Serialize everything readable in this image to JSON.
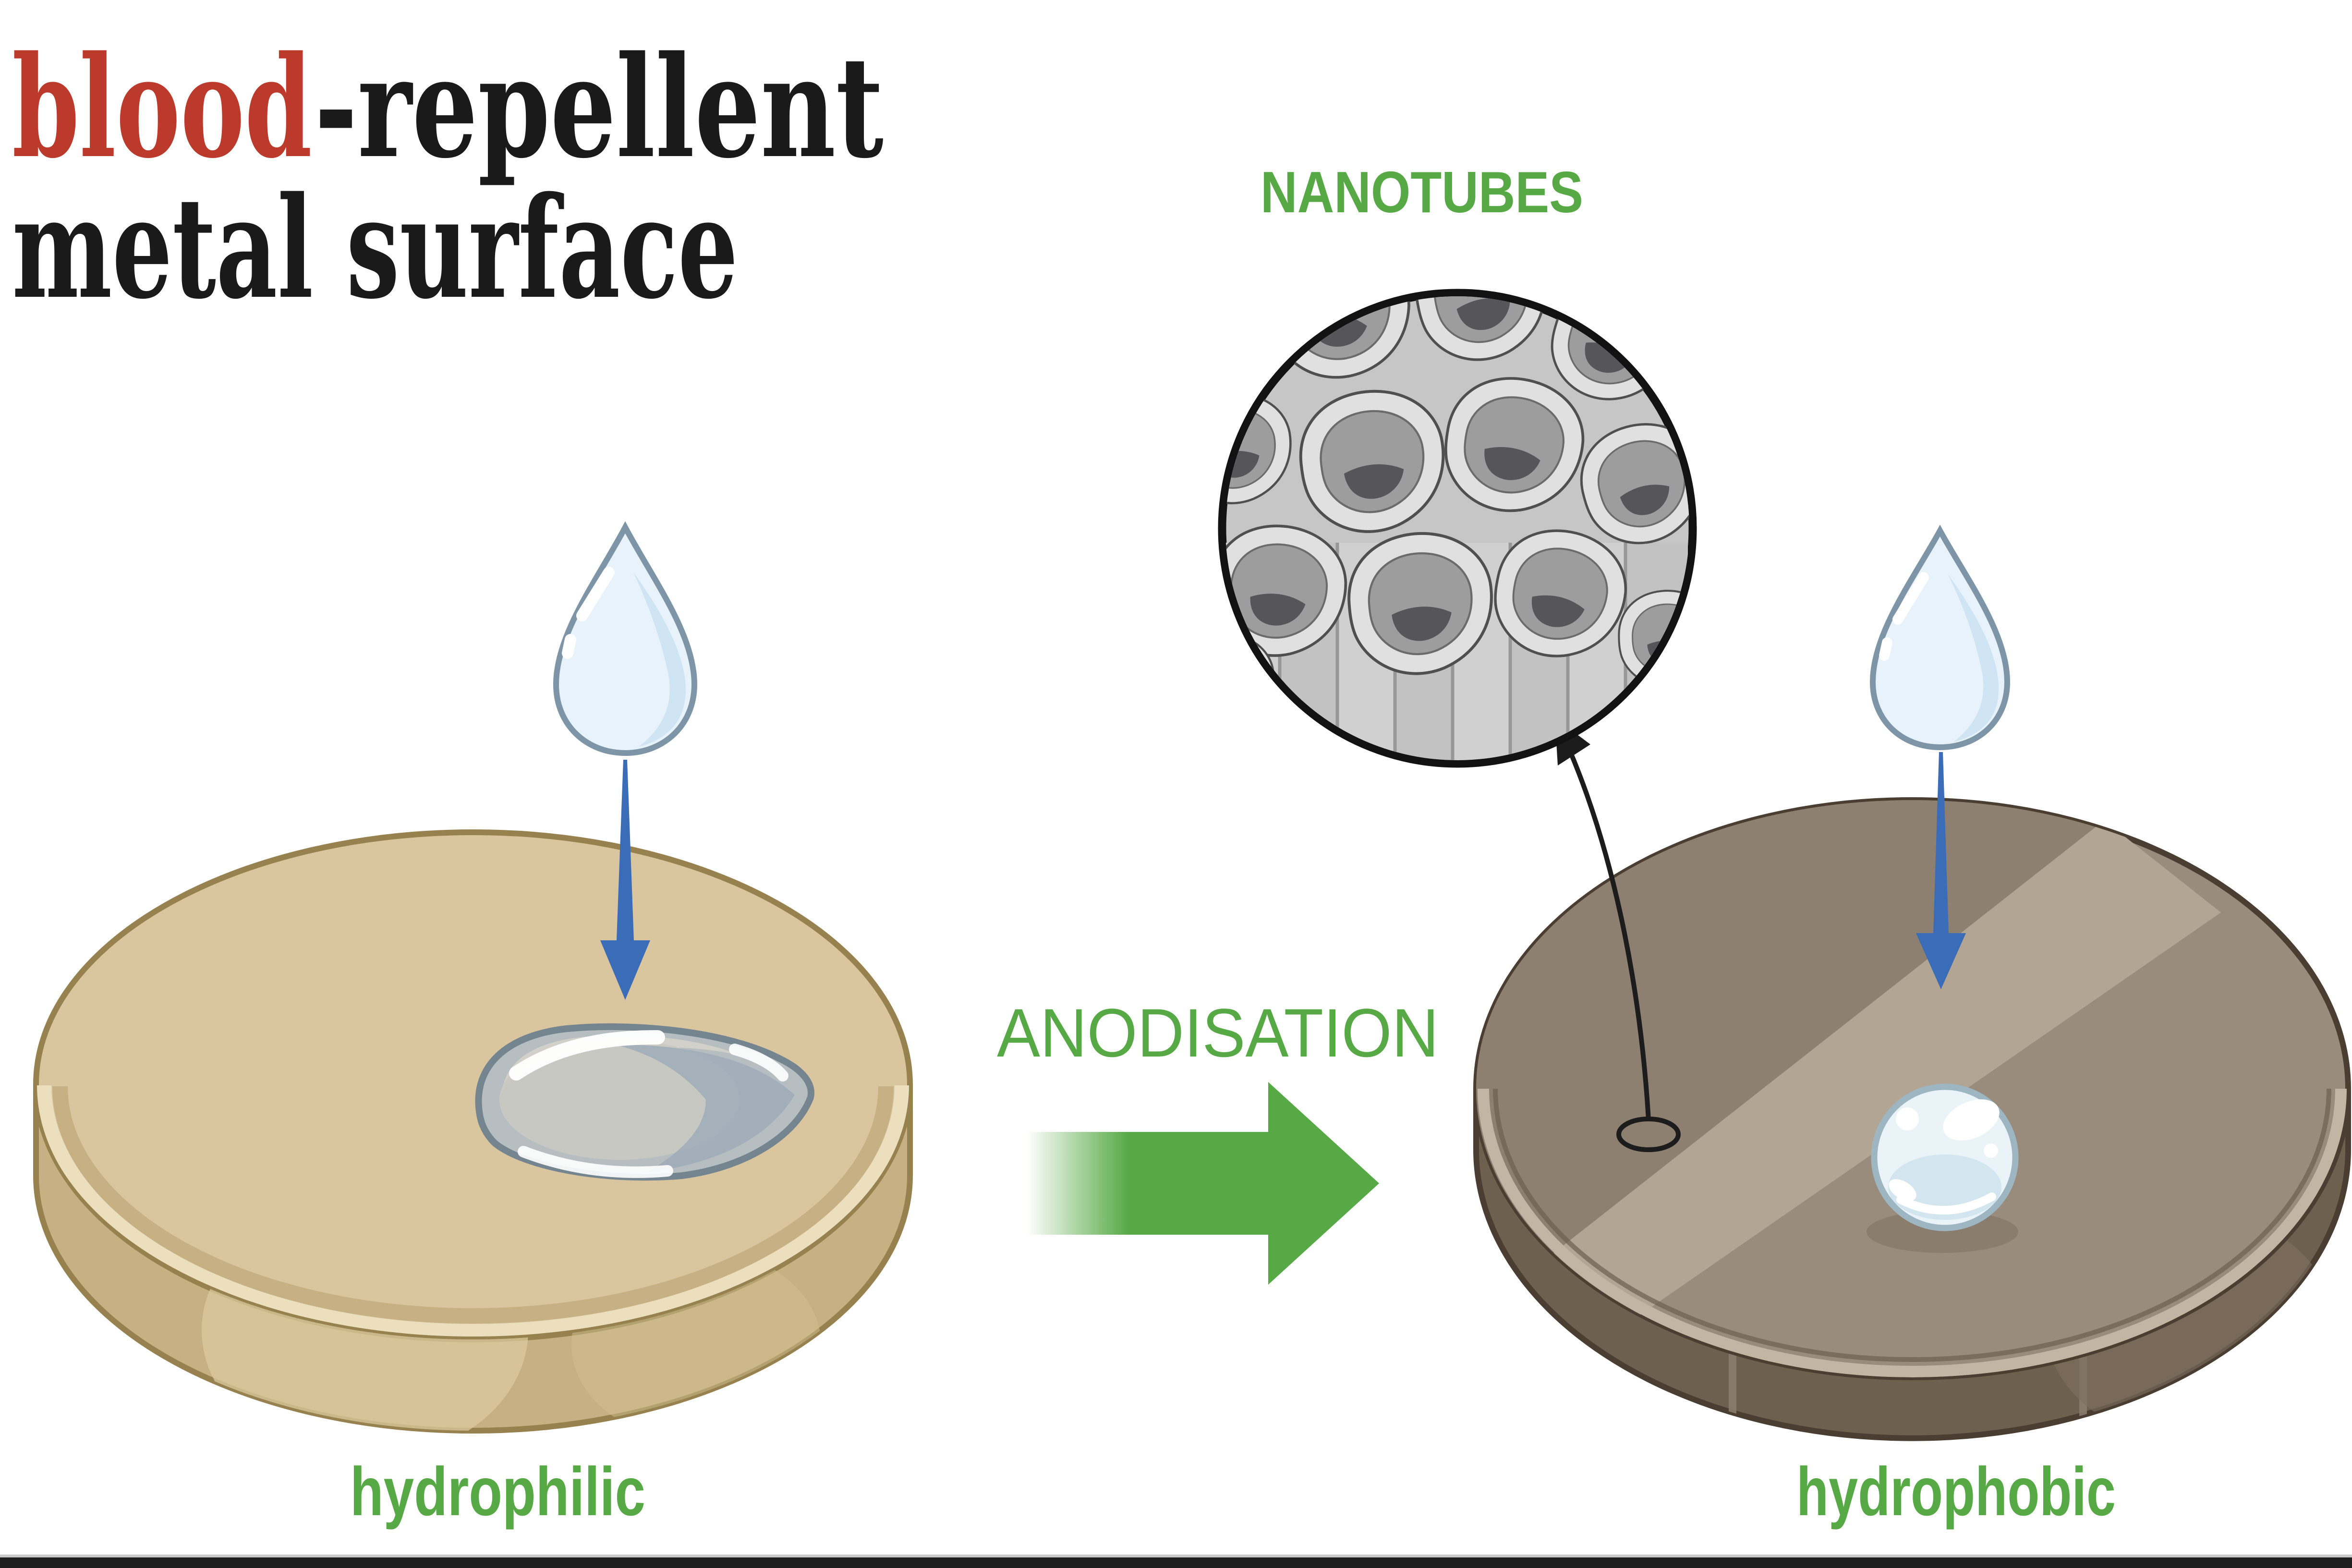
{
  "title": {
    "highlight": "blood",
    "rest": "-repellent",
    "line2": "metal surface"
  },
  "labels": {
    "nanotubes": "NANOTUBES",
    "anodisation": "ANODISATION",
    "hydrophilic": "hydrophilic",
    "hydrophobic": "hydrophobic"
  },
  "colors": {
    "accent_green": "#57a946",
    "title_red": "#bb3a2c",
    "title_black": "#1a1a1a",
    "arrow_blue": "#3a6cb7",
    "left_disc_tan": "#d9c59e",
    "right_disc_taupe": "#9a8c7c",
    "droplet_fill": "#e8f2fa",
    "droplet_outline": "#7d95a7",
    "nanotube_gray": "#9d9d9d",
    "outline_black": "#1c1c1c"
  }
}
